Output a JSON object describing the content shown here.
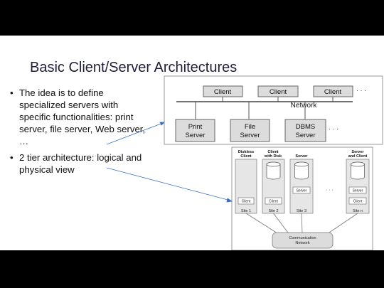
{
  "slide": {
    "title": "Basic Client/Server Architectures",
    "bullets": [
      "The idea is to define specialized servers with specific functionalities: print server, file server, Web server, …",
      "2 tier architecture: logical and physical view"
    ]
  },
  "logical_view": {
    "clients": [
      "Client",
      "Client",
      "Client"
    ],
    "network": "Network",
    "servers": [
      [
        "Print",
        "Server"
      ],
      [
        "File",
        "Server"
      ],
      [
        "DBMS",
        "Server"
      ]
    ],
    "ellipsis": "· · ·"
  },
  "physical_view": {
    "columns": [
      {
        "header": [
          "Diskless",
          "Client"
        ],
        "has_disk": false,
        "boxes": [
          "Client"
        ],
        "site": "Site 1"
      },
      {
        "header": [
          "Client",
          "with Disk"
        ],
        "has_disk": true,
        "boxes": [
          "Client"
        ],
        "site": "Site 2"
      },
      {
        "header": [
          "Server"
        ],
        "has_disk": true,
        "boxes": [
          "Server"
        ],
        "site": "Site 3"
      },
      {
        "header": [
          "Server",
          "and Client"
        ],
        "has_disk": true,
        "boxes": [
          "Server",
          "Client"
        ],
        "site": "Site n"
      }
    ],
    "ellipsis": "· · ·",
    "network": [
      "Communication",
      "Network"
    ]
  },
  "colors": {
    "box_fill": "#dcdcdc",
    "box_stroke": "#666666",
    "arrow": "#3b6fc4"
  }
}
